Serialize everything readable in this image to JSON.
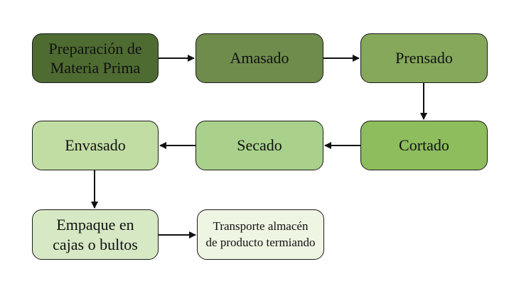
{
  "steps": {
    "preparacion": {
      "line1": "Preparación de",
      "line2": "Materia Prima",
      "color": "#4e6b31"
    },
    "amasado": {
      "label": "Amasado",
      "color": "#6f8c4d"
    },
    "prensado": {
      "label": "Prensado",
      "color": "#85a85a"
    },
    "cortado": {
      "label": "Cortado",
      "color": "#8dbd5c"
    },
    "secado": {
      "label": "Secado",
      "color": "#a9d18b"
    },
    "envasado": {
      "label": "Envasado",
      "color": "#c2dda4"
    },
    "empaque": {
      "line1": "Empaque en",
      "line2": "cajas o bultos",
      "color": "#d6e8c4"
    },
    "transporte": {
      "line1": "Transporte almacén",
      "line2": "de producto termiando",
      "color": "#eef5e3"
    }
  }
}
